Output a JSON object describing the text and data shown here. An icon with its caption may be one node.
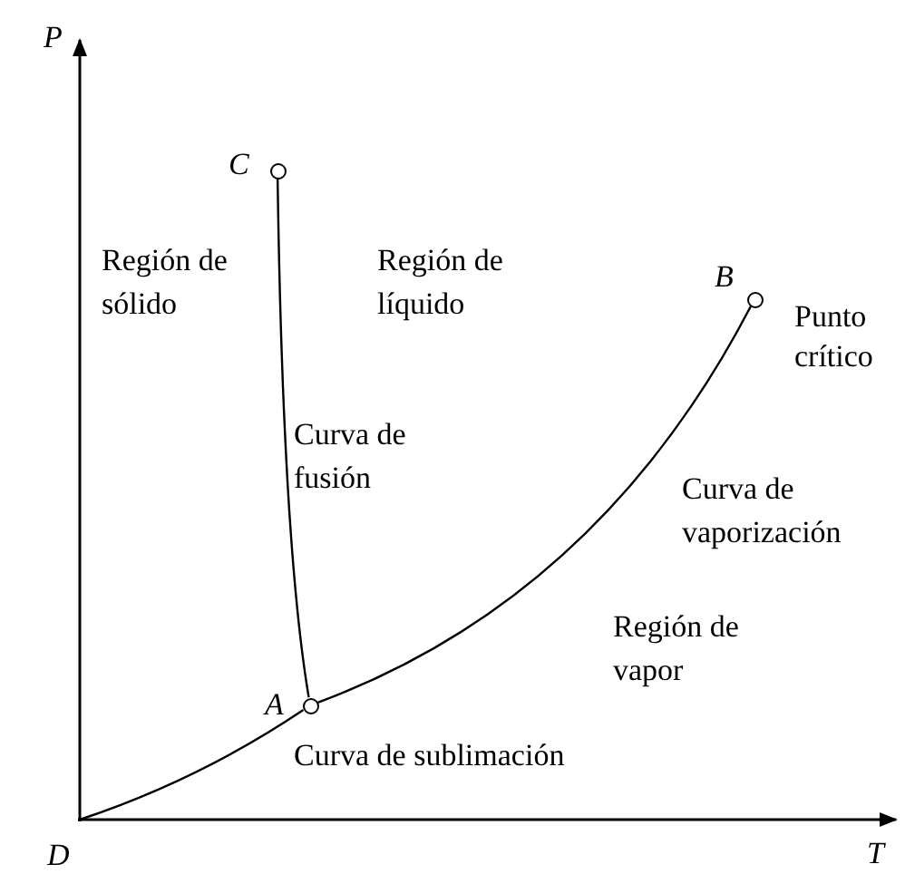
{
  "diagram": {
    "nodes": [
      {
        "text": [],
        "shape": "circle",
        "beside": [
          "C"
        ]
      },
      {
        "text": [],
        "shape": "circle",
        "beside": [
          "B",
          "Punto crítico"
        ]
      },
      {
        "text": [],
        "shape": "circle",
        "beside": [
          "A"
        ]
      },
      {
        "text": [
          "D"
        ]
      }
    ],
    "edges": [
      {
        "from": 0,
        "to": 2,
        "arrow": "none"
      },
      {
        "from": 2,
        "to": 1,
        "arrow": "none"
      },
      {
        "from": 3,
        "to": 2,
        "arrow": "none"
      }
    ],
    "labels": [
      "P",
      "Región de sólido",
      "Región de líquido",
      "Curva de fusión",
      "Curva de vaporización",
      "Región de vapor",
      "Curva de sublimación",
      "T"
    ]
  }
}
